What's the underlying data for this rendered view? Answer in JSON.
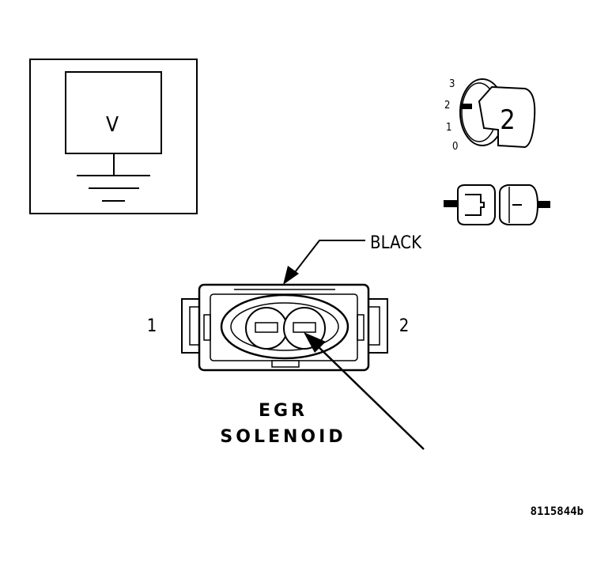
{
  "meter": {
    "readout": "V"
  },
  "selector": {
    "scale": [
      "3",
      "2",
      "1",
      "0"
    ],
    "key_number": "2"
  },
  "connector": {
    "color_callout": "BLACK",
    "pin_left": "1",
    "pin_right": "2",
    "title_line1": "EGR",
    "title_line2": "SOLENOID"
  },
  "figure_code": "8115844b",
  "colors": {
    "stroke": "#000000",
    "background": "#ffffff"
  }
}
